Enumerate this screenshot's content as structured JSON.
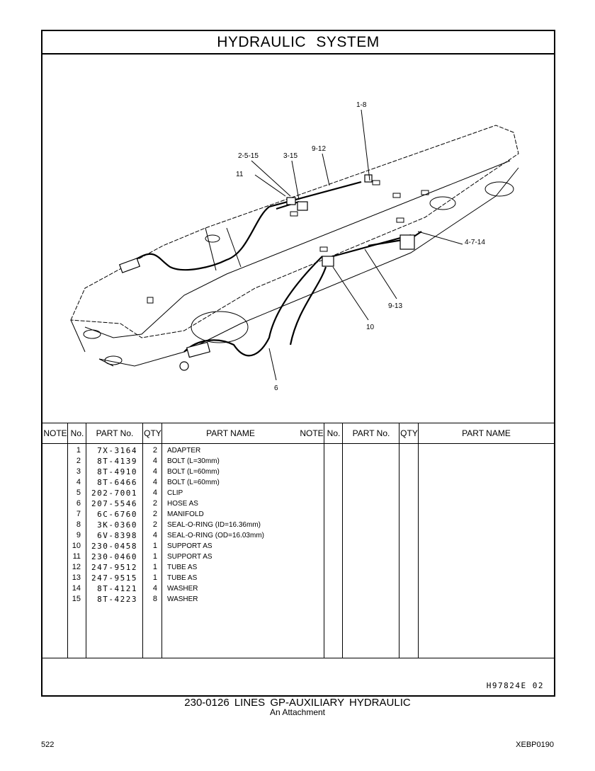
{
  "title": "HYDRAULIC SYSTEM",
  "callouts": [
    "1-8",
    "2-5-15",
    "3-15",
    "9-12",
    "11",
    "4-7-14",
    "9-13",
    "10",
    "6"
  ],
  "table": {
    "headers": {
      "note": "NOTE",
      "no": "No.",
      "part_no": "PART No.",
      "qty": "QTY",
      "part_name": "PART NAME"
    },
    "rows": [
      {
        "no": "1",
        "part_no": "7X-3164",
        "qty": "2",
        "name": "ADAPTER"
      },
      {
        "no": "2",
        "part_no": "8T-4139",
        "qty": "4",
        "name": "BOLT (L=30mm)"
      },
      {
        "no": "3",
        "part_no": "8T-4910",
        "qty": "4",
        "name": "BOLT (L=60mm)"
      },
      {
        "no": "4",
        "part_no": "8T-6466",
        "qty": "4",
        "name": "BOLT (L=60mm)"
      },
      {
        "no": "5",
        "part_no": "202-7001",
        "qty": "4",
        "name": "CLIP"
      },
      {
        "no": "6",
        "part_no": "207-5546",
        "qty": "2",
        "name": "HOSE  AS"
      },
      {
        "no": "7",
        "part_no": "6C-6760",
        "qty": "2",
        "name": "MANIFOLD"
      },
      {
        "no": "8",
        "part_no": "3K-0360",
        "qty": "2",
        "name": "SEAL-O-RING (ID=16.36mm)"
      },
      {
        "no": "9",
        "part_no": "6V-8398",
        "qty": "4",
        "name": "SEAL-O-RING (OD=16.03mm)"
      },
      {
        "no": "10",
        "part_no": "230-0458",
        "qty": "1",
        "name": "SUPPORT  AS"
      },
      {
        "no": "11",
        "part_no": "230-0460",
        "qty": "1",
        "name": "SUPPORT  AS"
      },
      {
        "no": "12",
        "part_no": "247-9512",
        "qty": "1",
        "name": "TUBE  AS"
      },
      {
        "no": "13",
        "part_no": "247-9515",
        "qty": "1",
        "name": "TUBE  AS"
      },
      {
        "no": "14",
        "part_no": "8T-4121",
        "qty": "4",
        "name": "WASHER"
      },
      {
        "no": "15",
        "part_no": "8T-4223",
        "qty": "8",
        "name": "WASHER"
      }
    ]
  },
  "illustration_id": "H97824E   02",
  "caption": "230-0126  LINES GP-AUXILIARY HYDRAULIC",
  "subcaption": "An Attachment",
  "page_number": "522",
  "doc_id": "XEBP0190"
}
